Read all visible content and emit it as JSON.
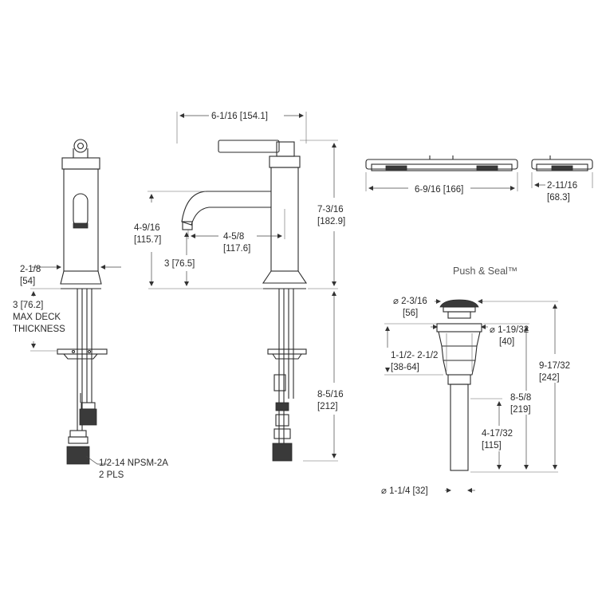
{
  "side_view": {
    "deck_width": "2-1/8",
    "deck_width_mm": "[54]",
    "deck_thickness": "3 [76.2]",
    "deck_thickness_note_1": "MAX DECK",
    "deck_thickness_note_2": "THICKNESS",
    "connection_1": "1/2-14 NPSM-2A",
    "connection_2": "2 PLS"
  },
  "front_view": {
    "overall_width": "6-1/16 [154.1]",
    "height": "7-3/16",
    "height_mm": "[182.9]",
    "spout_height": "4-9/16",
    "spout_height_mm": "[115.7]",
    "spout_reach": "4-5/8",
    "spout_reach_mm": "[117.6]",
    "aerator_height": "3  [76.5]",
    "below_deck": "8-5/16",
    "below_deck_mm": "[212]"
  },
  "plate_views": {
    "plate_length": "6-9/16  [166]",
    "plate_depth": "2-11/16",
    "plate_depth_mm": "[68.3]"
  },
  "drain": {
    "title": "Push & Seal™",
    "cap_dia": "2-3/16",
    "cap_dia_mm": "[56]",
    "body_dia": "1-19/32",
    "body_dia_mm": "[40]",
    "range": "1-1/2- 2-1/2",
    "range_mm": "[38-64]",
    "overall": "9-17/32",
    "overall_mm": "[242]",
    "mid": "8-5/8",
    "mid_mm": "[219]",
    "tail": "4-17/32",
    "tail_mm": "[115]",
    "tail_dia": "1-1/4  [32]"
  }
}
